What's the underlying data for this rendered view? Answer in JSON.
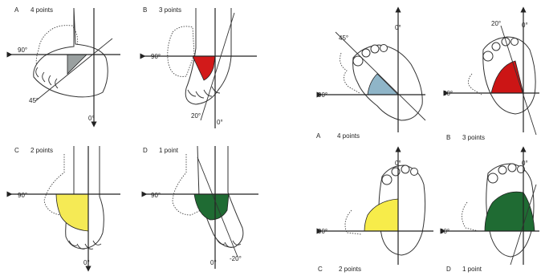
{
  "left_figure": {
    "panels": [
      {
        "letter": "A",
        "caption": "4 points",
        "labels": {
          "left": "90°",
          "bottom": "0°",
          "extra": "45°"
        },
        "fill": "#9aa0a0"
      },
      {
        "letter": "B",
        "caption": "3 points",
        "labels": {
          "left": "90°",
          "bottom": "0°",
          "extra": "20°"
        },
        "fill": "#d21a1a"
      },
      {
        "letter": "C",
        "caption": "2 points",
        "labels": {
          "left": "90°",
          "bottom": "0°"
        },
        "fill": "#f5ea55"
      },
      {
        "letter": "D",
        "caption": "1 point",
        "labels": {
          "left": "90°",
          "bottom": "0°",
          "extra": "-20°"
        },
        "fill": "#1f6b33"
      }
    ]
  },
  "right_figure": {
    "panels": [
      {
        "letter": "A",
        "caption": "4 points",
        "labels": {
          "left": "90°",
          "top": "0°",
          "extra": "45°"
        },
        "fill": "#8fb5c8"
      },
      {
        "letter": "B",
        "caption": "3 points",
        "labels": {
          "left": "90°",
          "top": "0°",
          "extra": "20°"
        },
        "fill": "#cc1515"
      },
      {
        "letter": "C",
        "caption": "2 points",
        "labels": {
          "left": "90°",
          "top": "0°"
        },
        "fill": "#f7ec4a"
      },
      {
        "letter": "D",
        "caption": "1 point",
        "labels": {
          "left": "90°",
          "top": "0°"
        },
        "fill": "#1f6b33"
      }
    ]
  }
}
